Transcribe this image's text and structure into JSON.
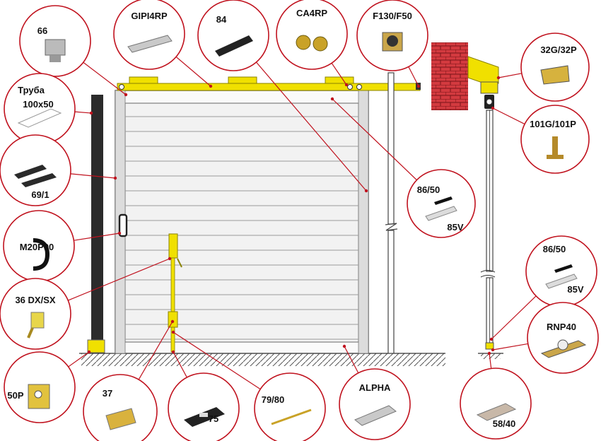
{
  "components": [
    {
      "id": "c66",
      "label": "66",
      "icon": "roller-bracket-icon"
    },
    {
      "id": "cgipi",
      "label": "GIPI4RP",
      "icon": "galvanized-rail-icon"
    },
    {
      "id": "c84",
      "label": "84",
      "icon": "rubber-seal-icon"
    },
    {
      "id": "cca4rp",
      "label": "CA4RP",
      "icon": "roller-carriage-icon"
    },
    {
      "id": "cf130",
      "label": "F130/F50",
      "icon": "end-stop-bracket-icon"
    },
    {
      "id": "c32g",
      "label": "32G/32P",
      "icon": "guide-bracket-icon"
    },
    {
      "id": "ctube",
      "label": "Труба",
      "label2": "100x50",
      "icon": "steel-tube-icon"
    },
    {
      "id": "c101g",
      "label": "101G/101P",
      "icon": "guide-roller-icon"
    },
    {
      "id": "c691",
      "label": "69/1",
      "icon": "profile-pair-icon"
    },
    {
      "id": "c8650a",
      "label": "86/50",
      "label2": "85V",
      "icon": "seal-profile-icon"
    },
    {
      "id": "cm20",
      "label": "M20P90",
      "icon": "handle-icon"
    },
    {
      "id": "c8650b",
      "label": "86/50",
      "label2": "85V",
      "icon": "seal-profile-icon"
    },
    {
      "id": "c36",
      "label": "36 DX/SX",
      "icon": "latch-icon"
    },
    {
      "id": "crnp",
      "label": "RNP40",
      "icon": "bottom-roller-icon"
    },
    {
      "id": "c50p",
      "label": "50P",
      "icon": "catch-bracket-icon"
    },
    {
      "id": "c37",
      "label": "37",
      "icon": "bolt-holder-icon"
    },
    {
      "id": "c75",
      "label": "75",
      "icon": "floor-plate-icon"
    },
    {
      "id": "c7980",
      "label": "79/80",
      "icon": "bolt-rod-icon"
    },
    {
      "id": "calpha",
      "label": "ALPHA",
      "icon": "ground-rail-icon"
    },
    {
      "id": "c5840",
      "label": "58/40",
      "icon": "channel-icon"
    }
  ],
  "colors": {
    "circle": "#c0121e",
    "track": "#f0e000",
    "panel": "#eeeeee",
    "brick": "#cc2a30",
    "post": "#2b2b2b"
  }
}
